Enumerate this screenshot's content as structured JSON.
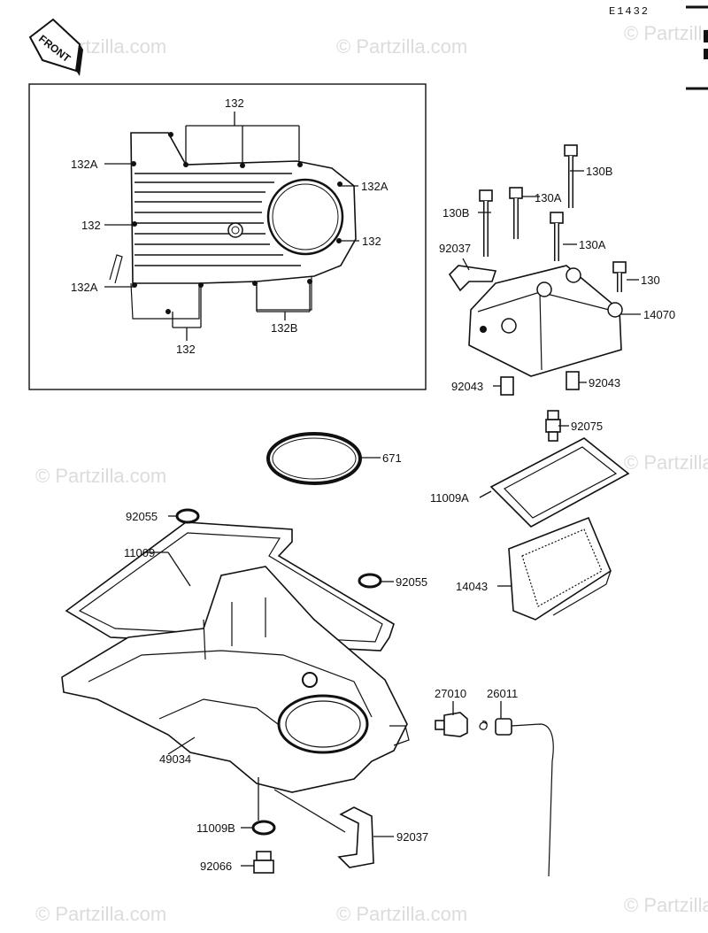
{
  "diagram": {
    "code": "E1432",
    "front_label": "FRONT",
    "watermark": "© Partzilla.com",
    "labels": {
      "l132_top": "132",
      "l132A_left_top": "132A",
      "l132A_right": "132A",
      "l132_left_mid": "132",
      "l132_right": "132",
      "l132A_left_bot": "132A",
      "l132_bottom": "132",
      "l132B": "132B",
      "l130B_top": "130B",
      "l130B_left": "130B",
      "l130A_top": "130A",
      "l130A_mid": "130A",
      "l130": "130",
      "l92037_top": "92037",
      "l14070": "14070",
      "l92043_left": "92043",
      "l92043_right": "92043",
      "l92075": "92075",
      "l671": "671",
      "l11009A": "11009A",
      "l92055_left": "92055",
      "l11009": "11009",
      "l92055_right": "92055",
      "l14043": "14043",
      "l27010": "27010",
      "l26011": "26011",
      "l49034": "49034",
      "l11009B": "11009B",
      "l92037_bot": "92037",
      "l92066": "92066"
    }
  }
}
